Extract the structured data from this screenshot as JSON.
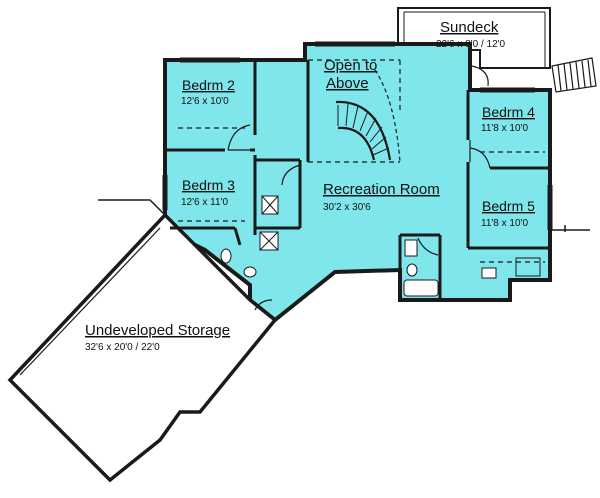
{
  "colors": {
    "floor": "#7fe6ec",
    "wall": "#1a1a1a",
    "background": "#ffffff"
  },
  "rooms": {
    "sundeck": {
      "name": "Sundeck",
      "dims": "22'6 x 8'0 / 12'0"
    },
    "open_to_above": {
      "line1": "Open to",
      "line2": "Above"
    },
    "bedrm2": {
      "name": "Bedrm 2",
      "dims": "12'6 x 10'0"
    },
    "bedrm3": {
      "name": "Bedrm 3",
      "dims": "12'6 x 11'0"
    },
    "bedrm4": {
      "name": "Bedrm 4",
      "dims": "11'8 x 10'0"
    },
    "bedrm5": {
      "name": "Bedrm 5",
      "dims": "11'8 x 10'0"
    },
    "recreation": {
      "name": "Recreation Room",
      "dims": "30'2 x 30'6"
    },
    "storage": {
      "name": "Undeveloped Storage",
      "dims": "32'6 x 20'0 / 22'0"
    }
  }
}
